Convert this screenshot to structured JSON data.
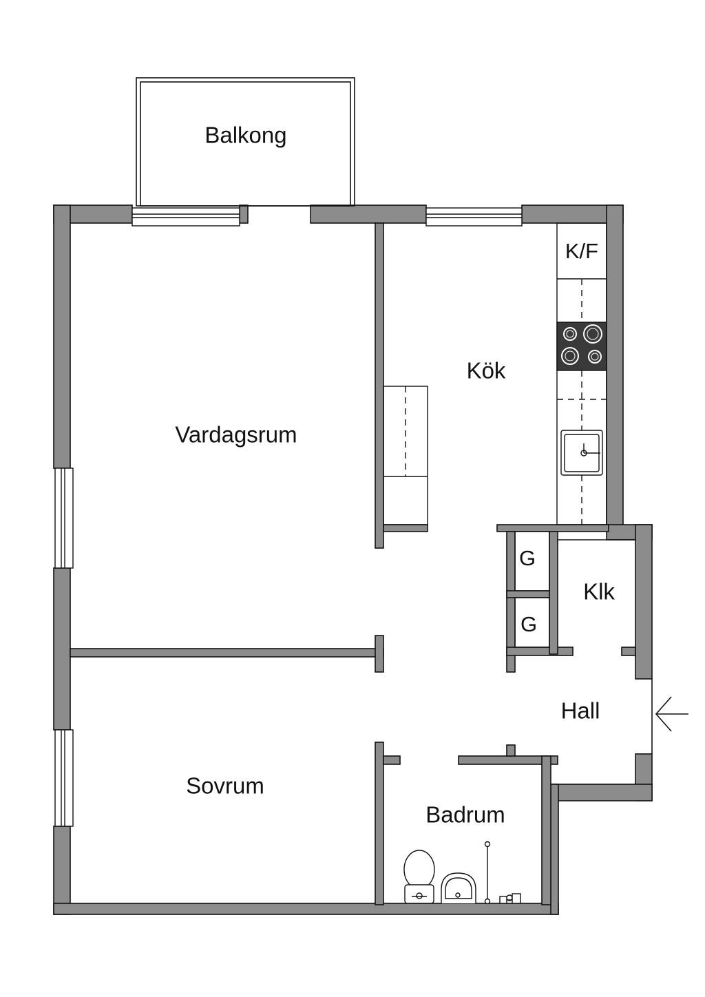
{
  "rooms": {
    "balkong": "Balkong",
    "vardagsrum": "Vardagsrum",
    "kok": "Kök",
    "kf": "K/F",
    "g1": "G",
    "g2": "G",
    "klk": "Klk",
    "hall": "Hall",
    "sovrum": "Sovrum",
    "badrum": "Badrum"
  },
  "colors": {
    "wall": "#8c8c8c",
    "line": "#111111",
    "stove": "#3a3a3a",
    "background": "#ffffff"
  },
  "icons": {
    "entrance": "arrow-left-icon",
    "toilet": "toilet-icon",
    "sink": "sink-icon",
    "shower": "shower-icon",
    "tap": "tap-icon",
    "stove": "stove-icon",
    "kitchen-sink": "kitchen-sink-icon"
  }
}
